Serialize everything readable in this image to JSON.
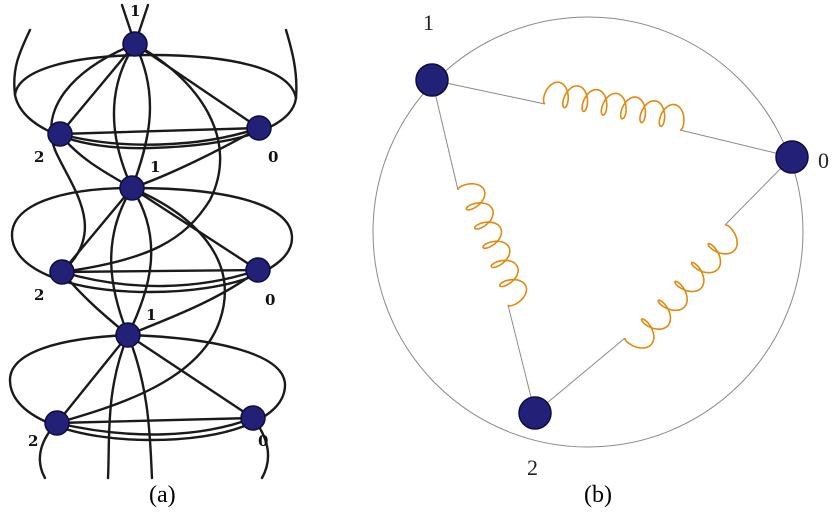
{
  "panel_a": {
    "caption": "(a)",
    "labels": {
      "top": "1",
      "l1_left": "2",
      "l1_right": "0",
      "l1_center": "1",
      "l2_left": "2",
      "l2_right": "0",
      "l2_center": "1",
      "l3_left": "2",
      "l3_right": "0"
    }
  },
  "panel_b": {
    "caption": "(b)",
    "labels": {
      "n1": "1",
      "n0": "0",
      "n2": "2"
    }
  },
  "colors": {
    "node": "#232078",
    "spring": "#e08a12",
    "edge": "#1a1a1a"
  }
}
